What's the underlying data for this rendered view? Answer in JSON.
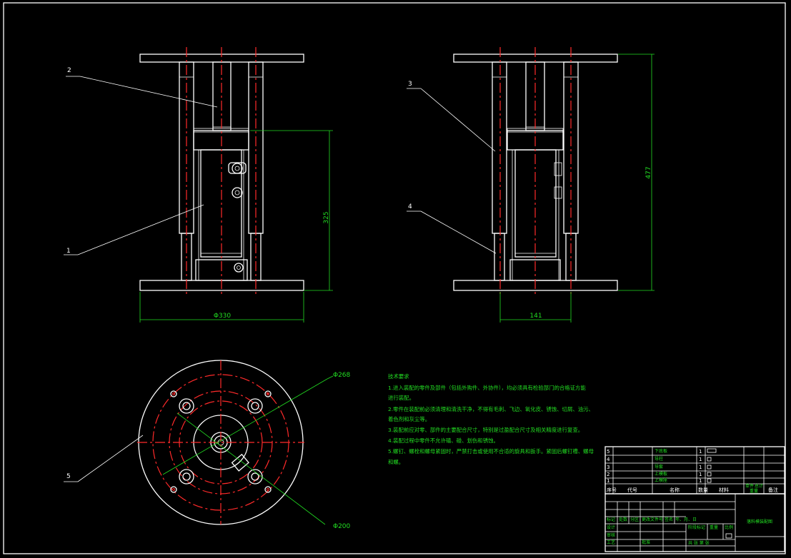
{
  "colors": {
    "background": "#000000",
    "outline": "#ffffff",
    "centerline": "#ff2a2a",
    "dimension": "#22dd22"
  },
  "balloons": {
    "front_1": "1",
    "front_2": "2",
    "side_3": "3",
    "side_4": "4",
    "top_5": "5"
  },
  "dimensions": {
    "front_height": "325",
    "front_width": "Φ330",
    "side_height": "477",
    "side_width": "141",
    "outer_diameter": "Φ268",
    "inner_diameter": "Φ200"
  },
  "technical_requirements": {
    "title": "技术要求",
    "lines": [
      "1.进入装配的零件及部件（包括外购件、外协件），均必须具有检验部门的合格证方能",
      "进行装配。",
      "2.零件在装配前必须清理和清洗干净，不得有毛刺、飞边、氧化皮、锈蚀、切屑、油污、",
      "着色剂和灰尘等。",
      "3.装配前应对零、部件的主要配合尺寸，特别是过盈配合尺寸及相关精度进行复查。",
      "4.装配过程中零件不允许磕、碰、划伤和锈蚀。",
      "5.螺钉、螺栓和螺母紧固时，严禁打击或使用不合适的旋具和扳手。紧固后螺钉槽、螺母",
      "和螺。"
    ]
  },
  "title_block": {
    "parts_list_rows": [
      {
        "index": "5",
        "name": "下底板",
        "qty": "1"
      },
      {
        "index": "4",
        "name": "导柱",
        "qty": "1"
      },
      {
        "index": "3",
        "name": "导套",
        "qty": "1"
      },
      {
        "index": "2",
        "name": "上模板",
        "qty": "1"
      },
      {
        "index": "1",
        "name": "上模座",
        "qty": "1"
      }
    ],
    "header": {
      "seq": "序号",
      "code": "代号",
      "name": "名称",
      "qty": "数量",
      "material": "材料",
      "unit_weight": "单件",
      "total_weight": "总计",
      "weight_label": "重量",
      "remarks": "备注"
    },
    "drawing_title": "落料模装配图",
    "sign_labels": [
      "标记",
      "处数",
      "分区",
      "更改文件号",
      "签名",
      "年、月、日"
    ],
    "roles": [
      "设计",
      "审核",
      "工艺",
      "批准"
    ],
    "stage_label": "阶段标记",
    "weight_col": "重量",
    "scale_col": "比例",
    "sheet": "共 张 第 张"
  }
}
